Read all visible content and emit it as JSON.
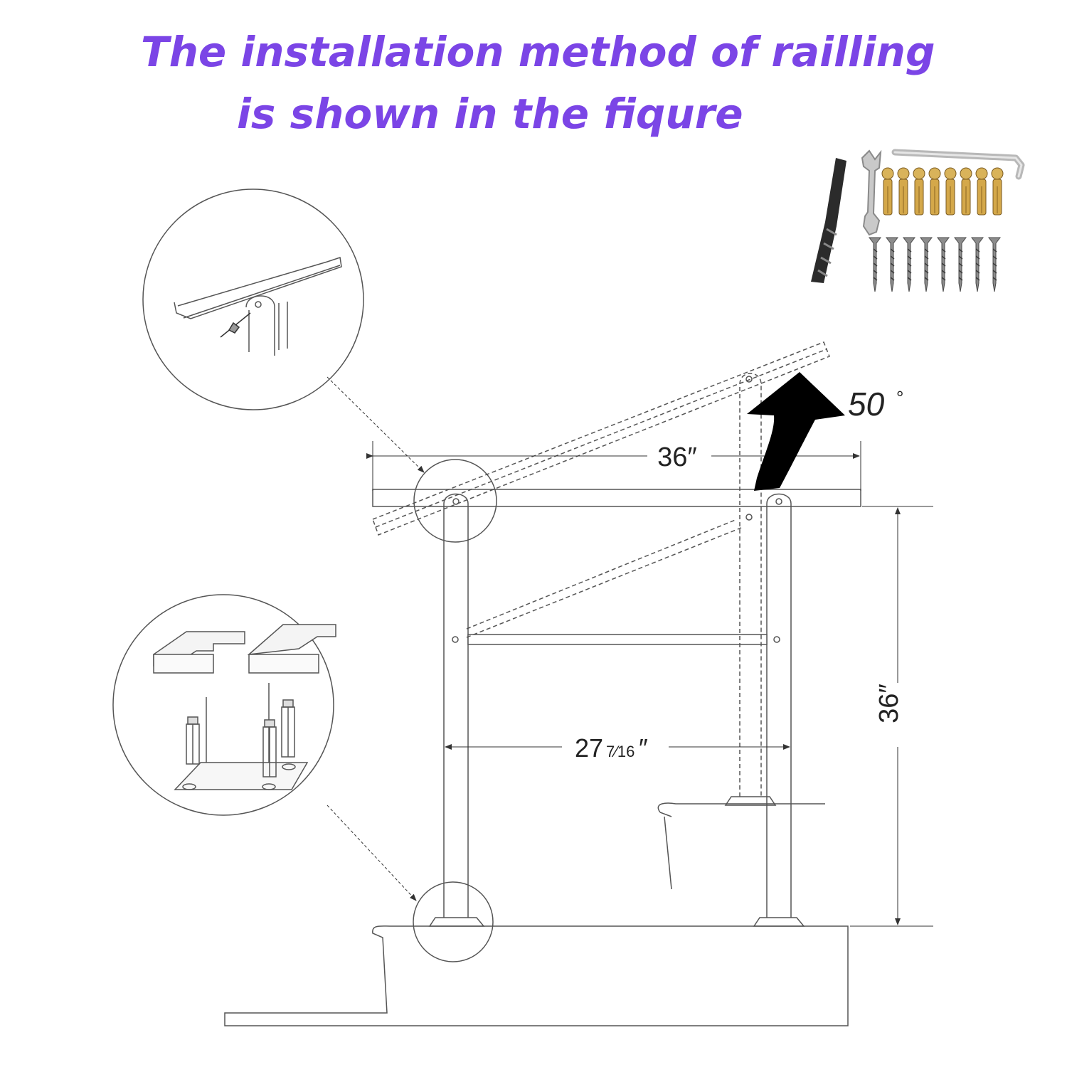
{
  "title": {
    "line1": "The installation method of railling",
    "line2": "is shown in the fiqure"
  },
  "dimensions": {
    "top_width": "36″",
    "height": "36″",
    "post_spacing_whole": "27",
    "post_spacing_fraction": "7⁄16",
    "post_spacing_unit": "″",
    "angle": "50",
    "angle_unit": "°"
  },
  "icons": {
    "drill_bit": "drill-bit-icon",
    "wrench": "wrench-icon",
    "allen_key": "allen-key-icon",
    "anchor_bolt": "anchor-bolt-icon",
    "screw": "screw-icon"
  },
  "colors": {
    "title": "#7b45e6",
    "lines": "#555555",
    "arrow": "#000000",
    "brass": "#d4a84a"
  }
}
